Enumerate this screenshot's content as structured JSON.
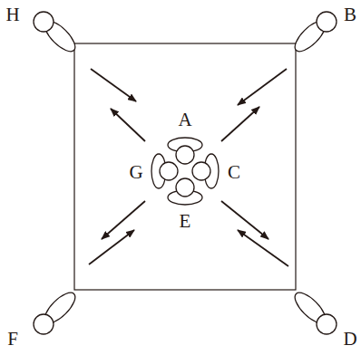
{
  "diagram": {
    "labels": [
      "H",
      "B",
      "A",
      "G",
      "C",
      "E",
      "F",
      "D"
    ]
  }
}
